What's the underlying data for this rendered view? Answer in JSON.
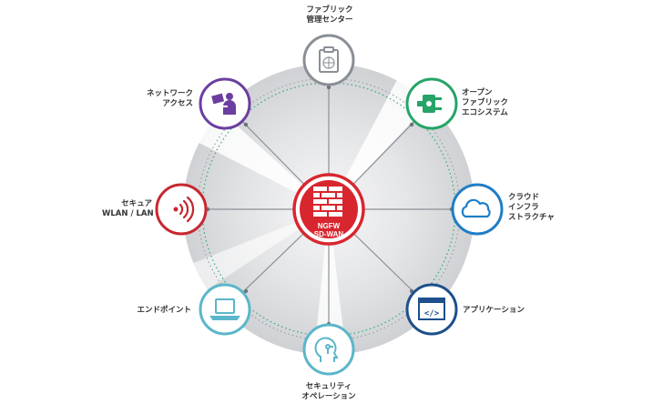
{
  "center": {
    "line1": "NGFW",
    "line2": "SD-WAN",
    "color": "#d8262f"
  },
  "nodes": [
    {
      "id": "fabric-management",
      "lines": [
        "ファブリック",
        "管理センター"
      ],
      "color": "#8a8f96",
      "icon": "clipboard-icon"
    },
    {
      "id": "open-fabric-ecosystem",
      "lines": [
        "オープン",
        "ファブリック",
        "エコシステム"
      ],
      "color": "#25a468",
      "icon": "plug-icon"
    },
    {
      "id": "cloud-infrastructure",
      "lines": [
        "クラウド",
        "インフラ",
        "ストラクチャ"
      ],
      "color": "#1f7ec6",
      "icon": "cloud-icon"
    },
    {
      "id": "applications",
      "lines": [
        "アプリケーション"
      ],
      "color": "#1d4f8c",
      "icon": "code-window-icon"
    },
    {
      "id": "security-operations",
      "lines": [
        "セキュリティ",
        "オペレーション"
      ],
      "color": "#5bb6c9",
      "icon": "head-circuit-icon"
    },
    {
      "id": "endpoint",
      "lines": [
        "エンドポイント"
      ],
      "color": "#5bb6c9",
      "icon": "laptop-icon"
    },
    {
      "id": "secure-wlan-lan",
      "lines": [
        "セキュア",
        "WLAN / LAN"
      ],
      "color": "#c8262f",
      "icon": "wireless-signal-icon"
    },
    {
      "id": "network-access",
      "lines": [
        "ネットワーク",
        "アクセス"
      ],
      "color": "#6b3fa0",
      "icon": "id-badge-icon"
    }
  ]
}
